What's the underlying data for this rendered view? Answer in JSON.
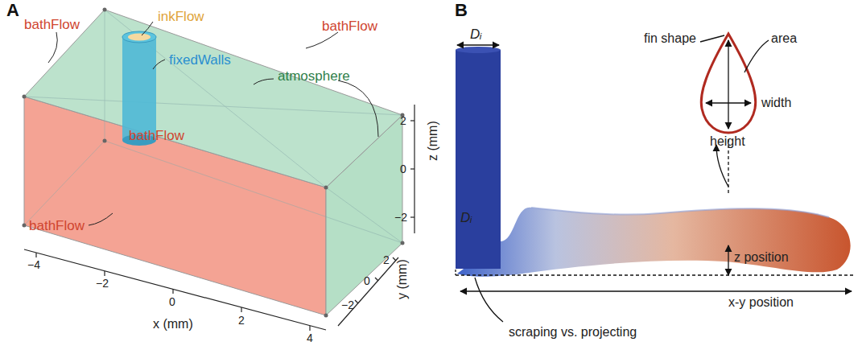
{
  "diagram": {
    "labels": [
      "A",
      "B",
      "bathFlow",
      "inkFlow",
      "fixedWalls",
      "bathFlow",
      "atmosphere",
      "bathFlow",
      "bathFlow",
      "x (mm)",
      "−4",
      "−2",
      "0",
      "2",
      "4",
      "y (mm)",
      "−2",
      "0",
      "2",
      "z (mm)",
      "2",
      "0",
      "−2",
      "fin shape",
      "area",
      "width",
      "height",
      "Dᵢ",
      "Dᵢ",
      "z position",
      "x-y position",
      "scraping vs. projecting"
    ]
  }
}
